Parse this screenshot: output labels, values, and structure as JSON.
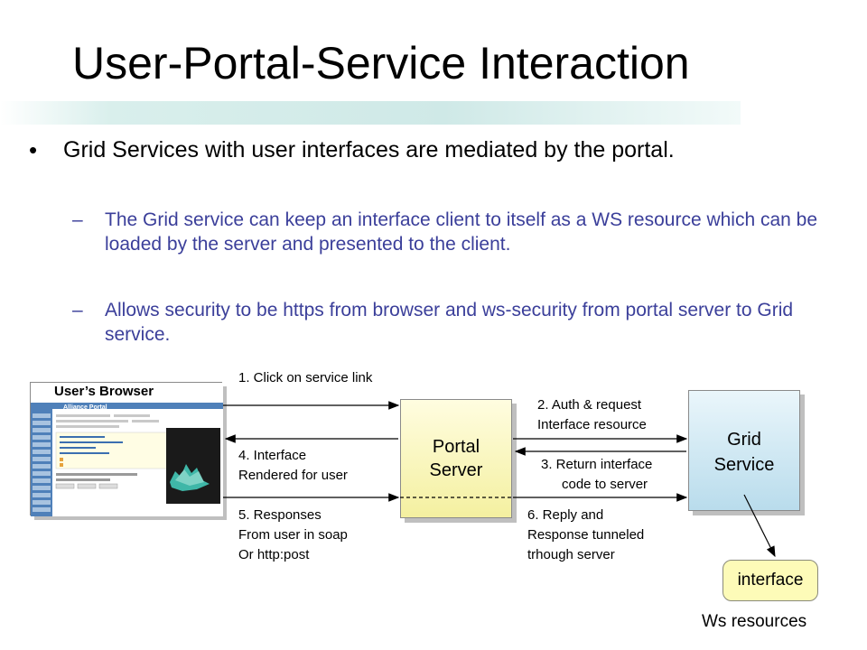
{
  "slide": {
    "title": "User-Portal-Service Interaction",
    "bullet": "Grid Services with user interfaces are mediated by the portal.",
    "subbullets": [
      "The Grid service can keep an interface client to itself as a WS resource which can be loaded by the server and presented to the client.",
      "Allows security to be https from browser and ws-security from portal server to Grid service."
    ],
    "dash": "–"
  },
  "diagram": {
    "browser_label": "User’s Browser",
    "browser_app_title": "Alliance Portal",
    "portal_line1": "Portal",
    "portal_line2": "Server",
    "grid_line1": "Grid",
    "grid_line2": "Service",
    "interface_label": "interface",
    "ws_resources": "Ws resources",
    "steps": {
      "s1": "1. Click on service link",
      "s2a": "2. Auth & request",
      "s2b": "Interface resource",
      "s3a": "3. Return interface",
      "s3b": "code to server",
      "s4a": "4. Interface",
      "s4b": "Rendered for user",
      "s5a": "5. Responses",
      "s5b": "From user in soap",
      "s5c": "Or http:post",
      "s6a": "6. Reply and",
      "s6b": "Response tunneled",
      "s6c": "trhough server"
    }
  },
  "colors": {
    "subbullet_text": "#3b3f9a",
    "portal_fill": "#f4f0a0",
    "grid_fill": "#b9dcec",
    "interface_fill": "#fdfbb8",
    "sim_teal": "#3fb7a8"
  }
}
